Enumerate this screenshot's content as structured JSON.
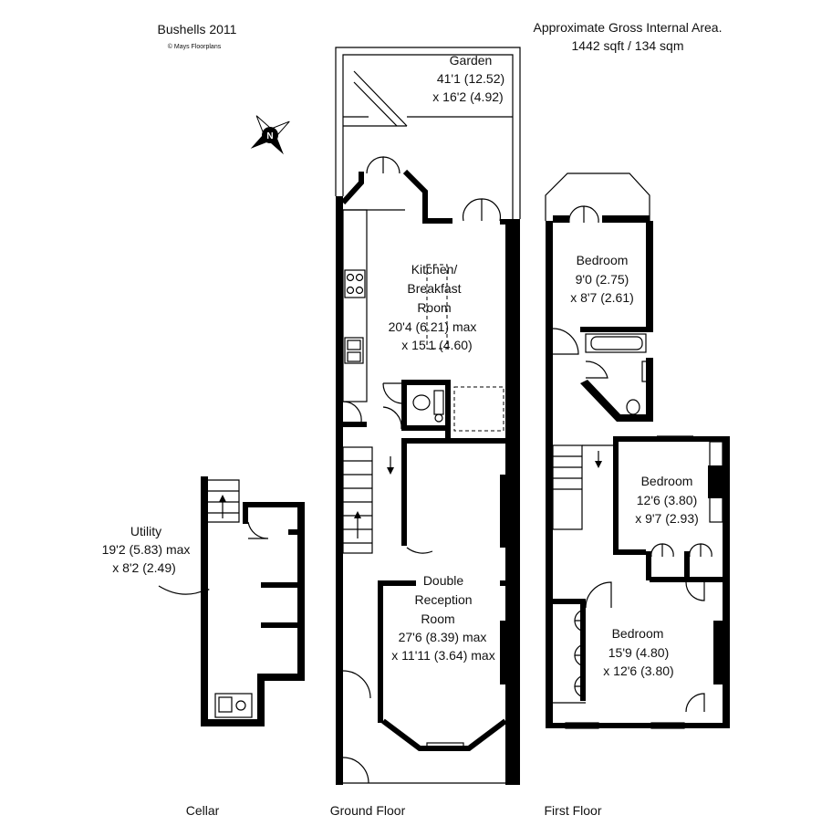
{
  "header": {
    "brand": "Bushells 2011",
    "copyright": "© Mays Floorplans",
    "area_title": "Approximate Gross Internal Area.",
    "area_value": "1442 sqft / 134 sqm"
  },
  "floors": {
    "cellar": "Cellar",
    "ground": "Ground Floor",
    "first": "First Floor"
  },
  "rooms": {
    "garden": {
      "name": "Garden",
      "dim1": "41'1 (12.52)",
      "dim2": "x 16'2 (4.92)"
    },
    "kitchen": {
      "line1": "Kitchen/",
      "line2": "Breakfast",
      "line3": "Room",
      "dim1": "20'4 (6.21) max",
      "dim2": "x 15'1 (4.60)"
    },
    "reception": {
      "line1": "Double",
      "line2": "Reception",
      "line3": "Room",
      "dim1": "27'6 (8.39) max",
      "dim2": "x 11'11 (3.64) max"
    },
    "utility": {
      "name": "Utility",
      "dim1": "19'2 (5.83) max",
      "dim2": "x 8'2 (2.49)"
    },
    "bedroom1": {
      "name": "Bedroom",
      "dim1": "9'0 (2.75)",
      "dim2": "x 8'7 (2.61)"
    },
    "bedroom2": {
      "name": "Bedroom",
      "dim1": "12'6 (3.80)",
      "dim2": "x 9'7 (2.93)"
    },
    "bedroom3": {
      "name": "Bedroom",
      "dim1": "15'9 (4.80)",
      "dim2": "x 12'6 (3.80)"
    }
  },
  "icons": {
    "compass": "compass-rose-icon"
  }
}
